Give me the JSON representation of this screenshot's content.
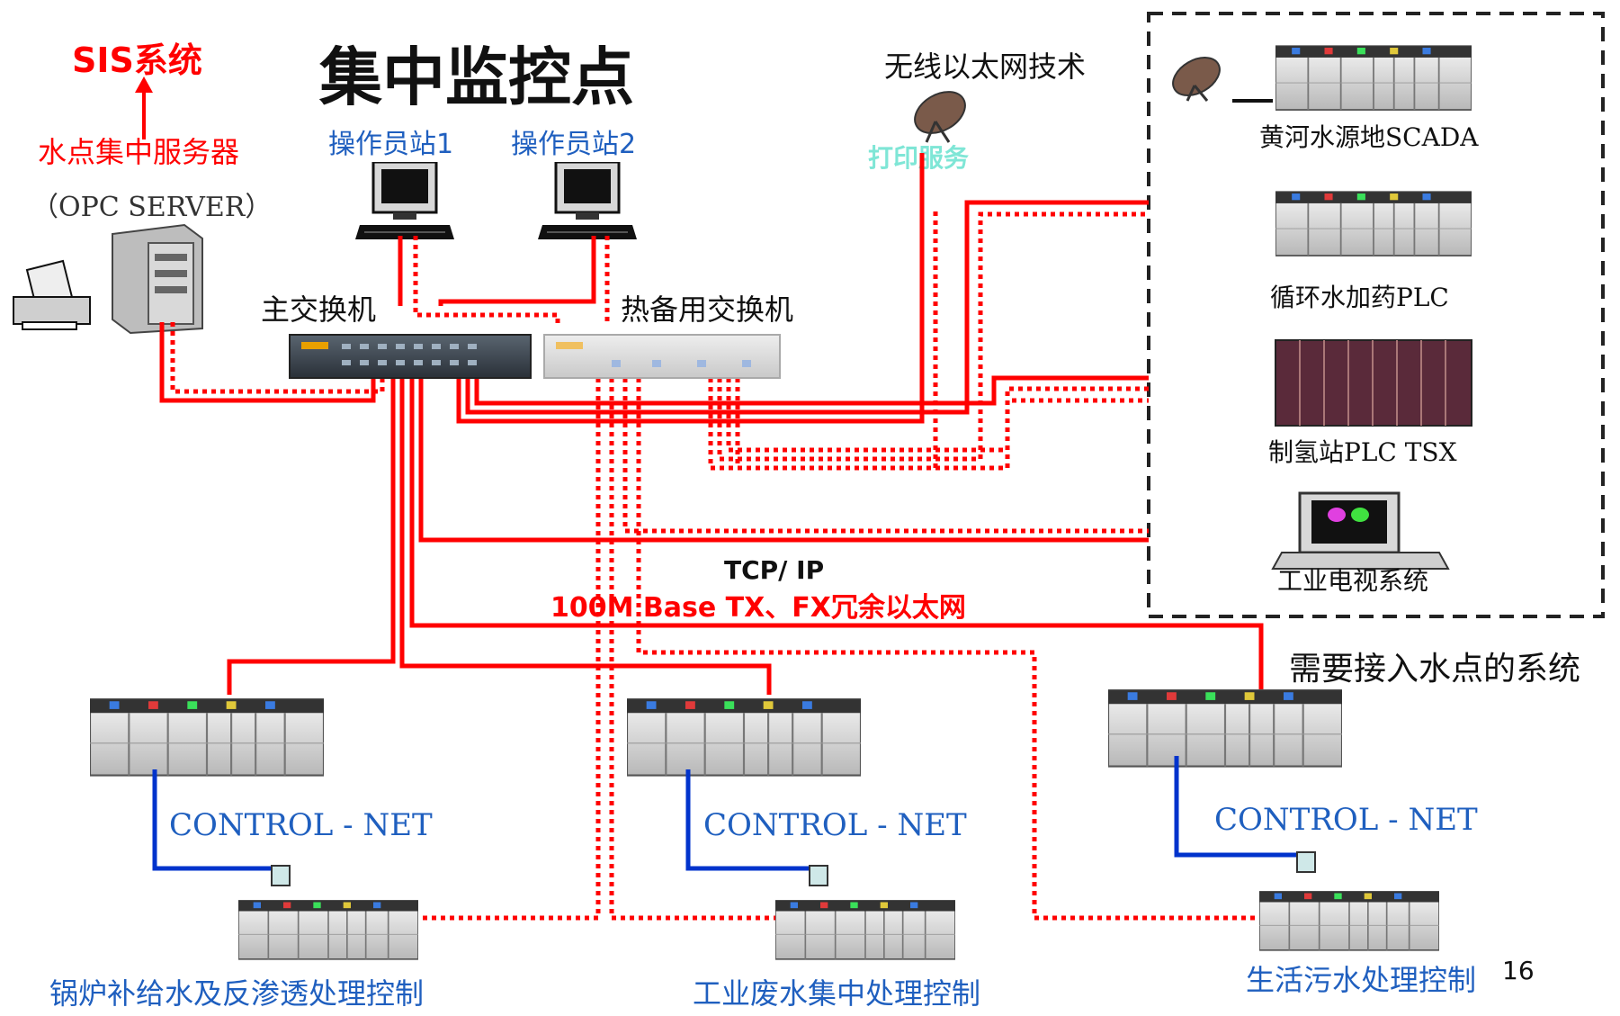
{
  "title": "集中监控点",
  "sis": {
    "label": "SIS系统",
    "server_label": "水点集中服务器",
    "server_sub": "（OPC SERVER）"
  },
  "stations": [
    {
      "label": "操作员站1"
    },
    {
      "label": "操作员站2"
    }
  ],
  "switches": {
    "main": "主交换机",
    "standby": "热备用交换机"
  },
  "wireless": {
    "label": "无线以太网技术",
    "print": "打印服务"
  },
  "external_group": {
    "caption": "需要接入水点的系统",
    "systems": [
      {
        "label": "黄河水源地SCADA"
      },
      {
        "label": "循环水加药PLC"
      },
      {
        "label": "制氢站PLC TSX"
      },
      {
        "label": "工业电视系统"
      }
    ]
  },
  "network": {
    "protocol": "TCP/ IP",
    "type": "100M Base TX、FX冗余以太网"
  },
  "control_net": [
    "CONTROL - NET",
    "CONTROL - NET",
    "CONTROL - NET"
  ],
  "subsystems": [
    {
      "label": "锅炉补给水及反渗透处理控制"
    },
    {
      "label": "工业废水集中处理控制"
    },
    {
      "label": "生活污水处理控制"
    }
  ],
  "page_number": "16",
  "colors": {
    "ethernet": "#ff0000",
    "controlnet": "#0033cc",
    "label_blue": "#1f5fbf",
    "label_red": "#ff0000"
  },
  "icons": [
    "computer-icon",
    "server-icon",
    "printer-icon",
    "satellite-dish-icon",
    "plc-rack-icon",
    "monitor-icon",
    "switch-icon"
  ]
}
